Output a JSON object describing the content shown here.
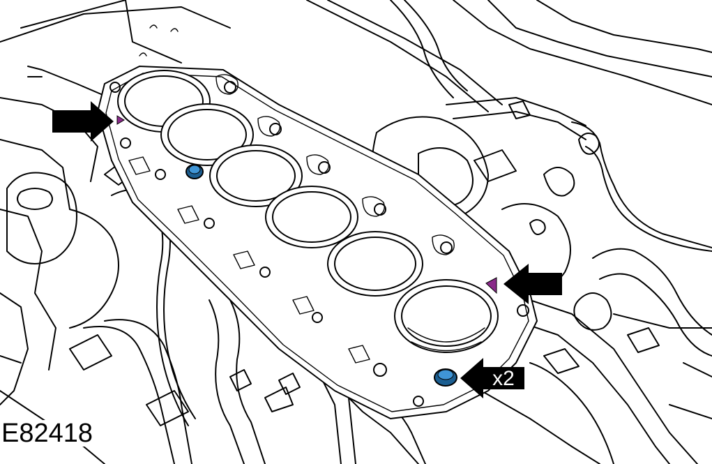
{
  "figure": {
    "id": "E82418",
    "callout_quantity": "x2"
  },
  "colors": {
    "line": "#000000",
    "background": "#ffffff",
    "arrow": "#000000",
    "dowel": "#2a7fc1",
    "marker": "#8a2a8a"
  },
  "icons": [
    "pointer-arrow",
    "dowel-pin",
    "alignment-marker"
  ]
}
